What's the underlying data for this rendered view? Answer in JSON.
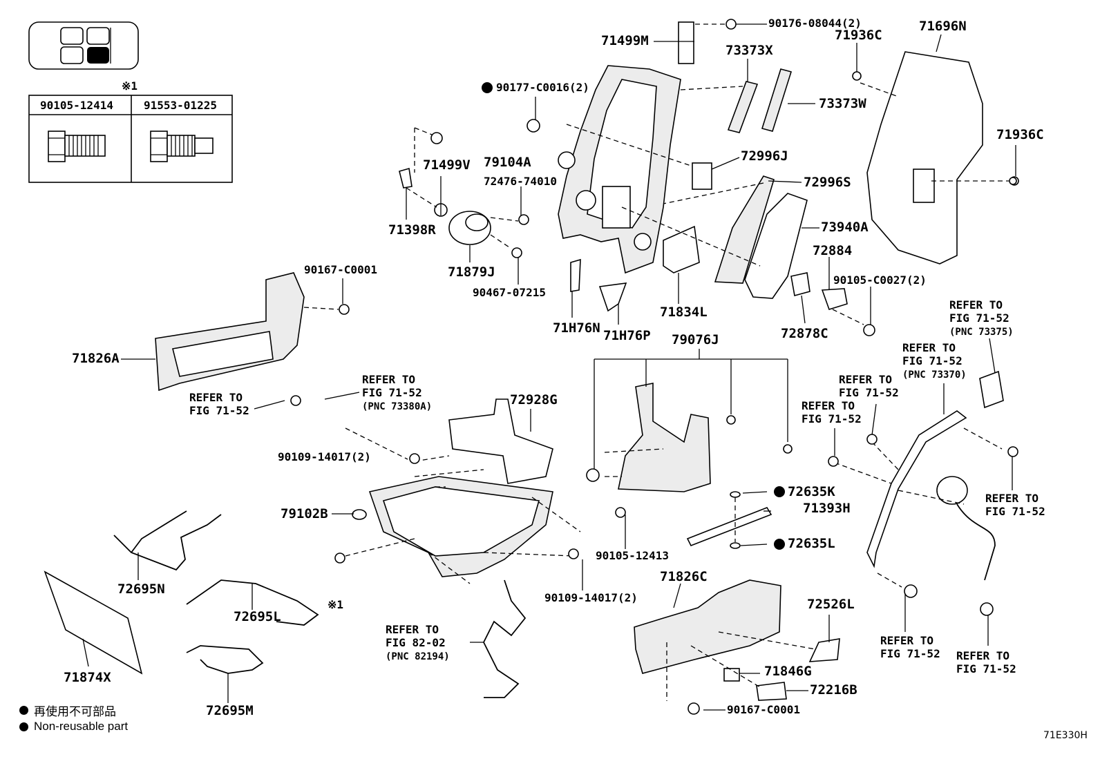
{
  "inset": {
    "note_mark": "※1",
    "bolts": [
      {
        "part_no": "90105-12414"
      },
      {
        "part_no": "91553-01225"
      }
    ]
  },
  "figure_code": "71E330H",
  "legend": {
    "jp": "再使用不可部品",
    "en": "Non-reusable part"
  },
  "refs": {
    "r1": "REFER TO\nFIG 71-52",
    "r2": "REFER TO\nFIG 71-52",
    "r2_pnc": "(PNC 73380A)",
    "r3": "REFER TO\nFIG 71-52",
    "r3_pnc": "(PNC 73375)",
    "r4": "REFER TO\nFIG 71-52",
    "r4_pnc": "(PNC 73370)",
    "r5": "REFER TO\nFIG 71-52",
    "r6": "REFER TO\nFIG 71-52",
    "r7": "REFER TO\nFIG 71-52",
    "r8": "REFER TO\nFIG 71-52",
    "r9": "REFER TO\nFIG 71-52",
    "r10": "REFER TO\nFIG 82-02",
    "r10_pnc": "(PNC 82194)"
  },
  "labels": {
    "p90176": "90176-08044(2)",
    "p71499M": "71499M",
    "p71936C_a": "71936C",
    "p71696N": "71696N",
    "p73373X": "73373X",
    "p90177": "90177-C0016(2)",
    "p73373W": "73373W",
    "p71936C_b": "71936C",
    "p71499V": "71499V",
    "p79104A": "79104A",
    "p72996J": "72996J",
    "p72476": "72476-74010",
    "p72996S": "72996S",
    "p71398R": "71398R",
    "p73940A": "73940A",
    "p72884": "72884",
    "p90167_a": "90167-C0001",
    "p71879J": "71879J",
    "p90105_c": "90105-C0027(2)",
    "p90467": "90467-07215",
    "p71834L": "71834L",
    "p71H76N": "71H76N",
    "p71H76P": "71H76P",
    "p72878C": "72878C",
    "p71826A": "71826A",
    "p79076J": "79076J",
    "p72928G": "72928G",
    "p90109_a": "90109-14017(2)",
    "p72635K": "72635K",
    "p71393H": "71393H",
    "p79102B": "79102B",
    "p72635L": "72635L",
    "p90105_12413": "90105-12413",
    "p90109_b": "90109-14017(2)",
    "p71826C": "71826C",
    "p72695N": "72695N",
    "p72526L": "72526L",
    "p72695L": "72695L",
    "note1": "※1",
    "p71846G": "71846G",
    "p71874X": "71874X",
    "p72216B": "72216B",
    "p90167_b": "90167-C0001",
    "p72695M": "72695M"
  }
}
